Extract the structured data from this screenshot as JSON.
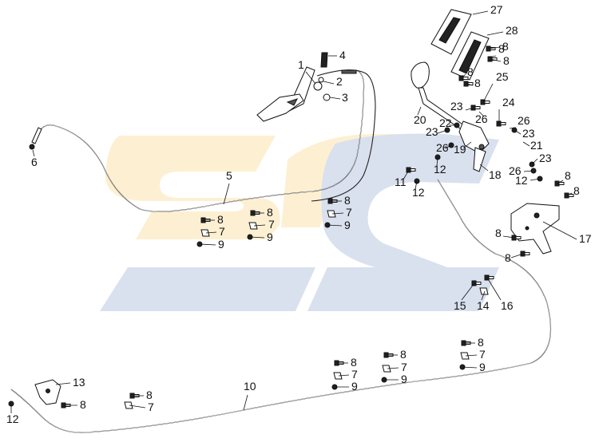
{
  "diagram": {
    "watermark": {
      "colors": {
        "yellow": "#fdf0d2",
        "blue": "#d9e0ee"
      }
    },
    "callouts": [
      {
        "id": "c1",
        "text": "1"
      },
      {
        "id": "c2",
        "text": "2"
      },
      {
        "id": "c3",
        "text": "3"
      },
      {
        "id": "c4",
        "text": "4"
      },
      {
        "id": "c5",
        "text": "5"
      },
      {
        "id": "c6",
        "text": "6"
      },
      {
        "id": "c7a",
        "text": "7"
      },
      {
        "id": "c7b",
        "text": "7"
      },
      {
        "id": "c7c",
        "text": "7"
      },
      {
        "id": "c7d",
        "text": "7"
      },
      {
        "id": "c7e",
        "text": "7"
      },
      {
        "id": "c7f",
        "text": "7"
      },
      {
        "id": "c7g",
        "text": "7"
      },
      {
        "id": "c8a",
        "text": "8"
      },
      {
        "id": "c8b",
        "text": "8"
      },
      {
        "id": "c8c",
        "text": "8"
      },
      {
        "id": "c8d",
        "text": "8"
      },
      {
        "id": "c8e",
        "text": "8"
      },
      {
        "id": "c8f",
        "text": "8"
      },
      {
        "id": "c8g",
        "text": "8"
      },
      {
        "id": "c8h",
        "text": "8"
      },
      {
        "id": "c8i",
        "text": "8"
      },
      {
        "id": "c8j",
        "text": "8"
      },
      {
        "id": "c8k",
        "text": "8"
      },
      {
        "id": "c8l",
        "text": "8"
      },
      {
        "id": "c8m",
        "text": "8"
      },
      {
        "id": "c8n",
        "text": "8"
      },
      {
        "id": "c8o",
        "text": "8"
      },
      {
        "id": "c8p",
        "text": "8"
      },
      {
        "id": "c8q",
        "text": "8"
      },
      {
        "id": "c9a",
        "text": "9"
      },
      {
        "id": "c9b",
        "text": "9"
      },
      {
        "id": "c9c",
        "text": "9"
      },
      {
        "id": "c9d",
        "text": "9"
      },
      {
        "id": "c9e",
        "text": "9"
      },
      {
        "id": "c9f",
        "text": "9"
      },
      {
        "id": "c10",
        "text": "10"
      },
      {
        "id": "c11",
        "text": "11"
      },
      {
        "id": "c12a",
        "text": "12"
      },
      {
        "id": "c12b",
        "text": "12"
      },
      {
        "id": "c12c",
        "text": "12"
      },
      {
        "id": "c12d",
        "text": "12"
      },
      {
        "id": "c13",
        "text": "13"
      },
      {
        "id": "c14",
        "text": "14"
      },
      {
        "id": "c15",
        "text": "15"
      },
      {
        "id": "c16",
        "text": "16"
      },
      {
        "id": "c17",
        "text": "17"
      },
      {
        "id": "c18",
        "text": "18"
      },
      {
        "id": "c19",
        "text": "19"
      },
      {
        "id": "c20",
        "text": "20"
      },
      {
        "id": "c21",
        "text": "21"
      },
      {
        "id": "c22",
        "text": "22"
      },
      {
        "id": "c23a",
        "text": "23"
      },
      {
        "id": "c23b",
        "text": "23"
      },
      {
        "id": "c23c",
        "text": "23"
      },
      {
        "id": "c23d",
        "text": "23"
      },
      {
        "id": "c24",
        "text": "24"
      },
      {
        "id": "c25",
        "text": "25"
      },
      {
        "id": "c26a",
        "text": "26"
      },
      {
        "id": "c26b",
        "text": "26"
      },
      {
        "id": "c26c",
        "text": "26"
      },
      {
        "id": "c26d",
        "text": "26"
      },
      {
        "id": "c27",
        "text": "27"
      },
      {
        "id": "c28",
        "text": "28"
      }
    ]
  }
}
